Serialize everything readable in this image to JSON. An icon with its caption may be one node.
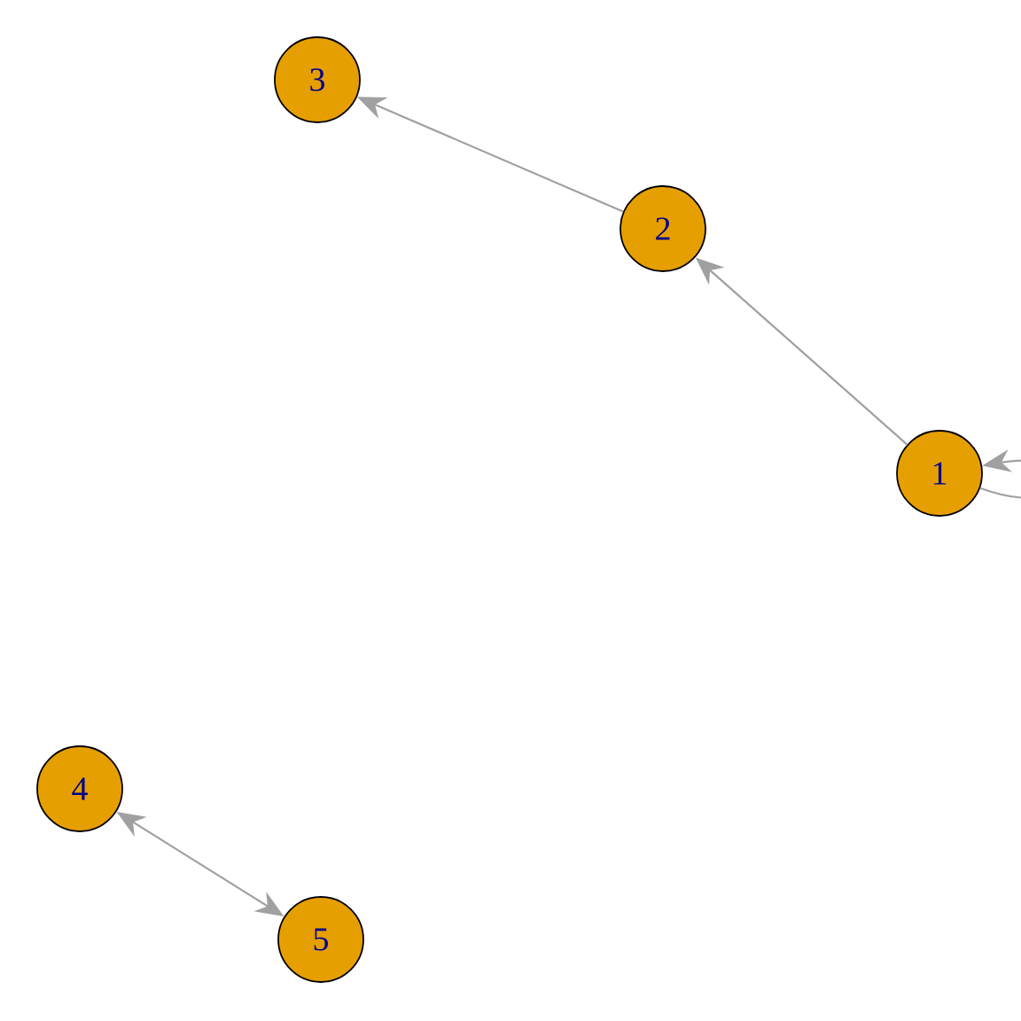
{
  "diagram": {
    "nodes": [
      {
        "text": [
          "1"
        ]
      },
      {
        "text": [
          "2"
        ]
      },
      {
        "text": [
          "3"
        ]
      },
      {
        "text": [
          "4"
        ]
      },
      {
        "text": [
          "5"
        ]
      }
    ],
    "edges": [
      {
        "from": 0,
        "to": 0,
        "arrow": "to"
      },
      {
        "from": 0,
        "to": 1,
        "arrow": "to"
      },
      {
        "from": 1,
        "to": 2,
        "arrow": "to"
      },
      {
        "from": 3,
        "to": 4,
        "arrow": "both"
      }
    ]
  }
}
